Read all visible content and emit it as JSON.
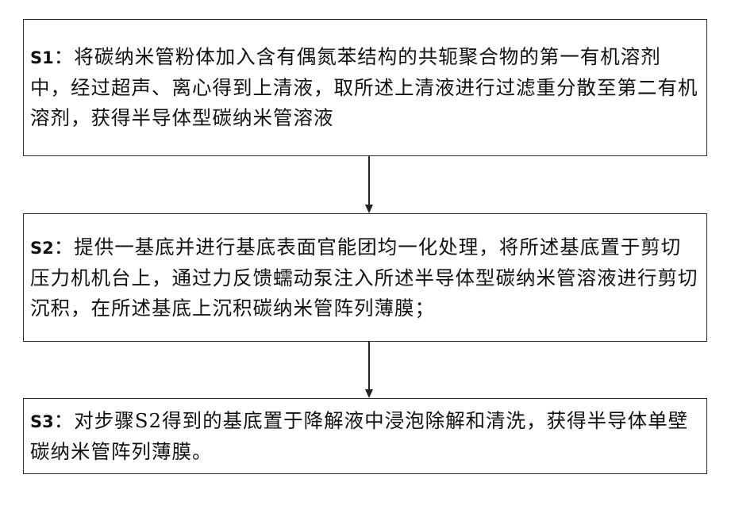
{
  "steps": [
    {
      "label": "S1",
      "text": "：将碳纳米管粉体加入含有偶氮苯结构的共轭聚合物的第一有机溶剂中，经过超声、离心得到上清液，取所述上清液进行过滤重分散至第二有机溶剂，获得半导体型碳纳米管溶液"
    },
    {
      "label": "S2",
      "text": "：提供一基底并进行基底表面官能团均一化处理，将所述基底置于剪切压力机机台上，通过力反馈蠕动泵注入所述半导体型碳纳米管溶液进行剪切沉积，在所述基底上沉积碳纳米管阵列薄膜；"
    },
    {
      "label": "S3",
      "text": "：对步骤S2得到的基底置于降解液中浸泡除解和清洗，获得半导体单壁碳纳米管阵列薄膜。"
    }
  ]
}
